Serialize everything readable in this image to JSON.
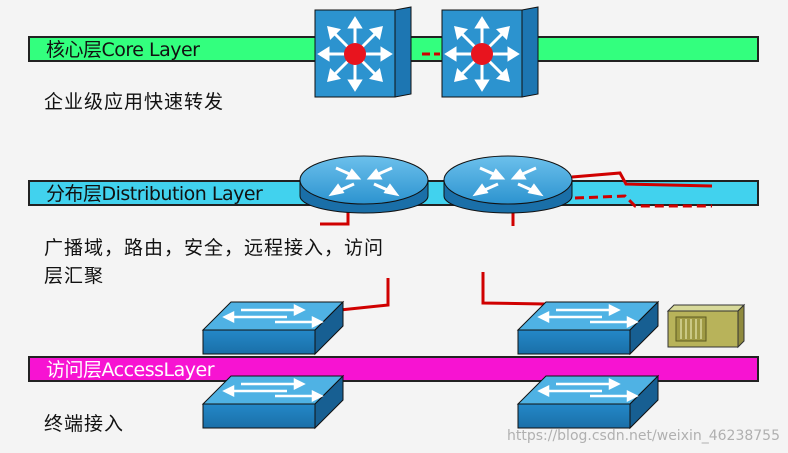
{
  "colors": {
    "core_band": "#33ff7e",
    "distribution_band": "#41d2ee",
    "access_band": "#f713d2",
    "device_blue": "#2c93cf",
    "link_red": "#d00000"
  },
  "layers": {
    "core": {
      "label": "核心层Core Layer",
      "description": "企业级应用快速转发"
    },
    "distribution": {
      "label": "分布层Distribution Layer",
      "description_line1": "广播域，路由，安全，远程接入，访问",
      "description_line2": "层汇聚"
    },
    "access": {
      "label": "访问层AccessLayer",
      "description": "终端接入"
    }
  },
  "devices": {
    "core_switches": [
      "multilayer-switch",
      "multilayer-switch"
    ],
    "routers": [
      "router",
      "router"
    ],
    "access_switches": [
      "workgroup-switch",
      "workgroup-switch",
      "workgroup-switch",
      "workgroup-switch"
    ],
    "server": "server"
  },
  "watermark": "https://blog.csdn.net/weixin_46238755"
}
